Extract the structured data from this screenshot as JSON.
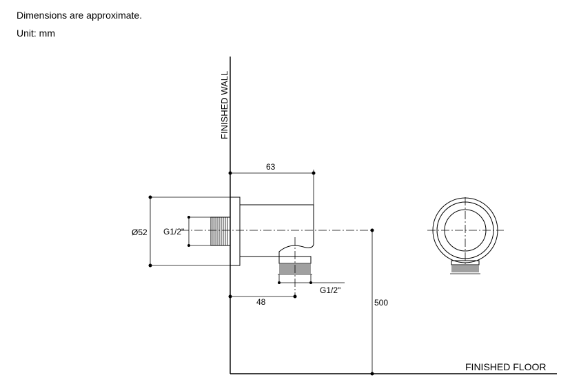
{
  "notes": {
    "line1": "Dimensions are approximate.",
    "line2": "Unit: mm"
  },
  "labels": {
    "finished_wall": "FINISHED WALL",
    "finished_floor": "FINISHED FLOOR"
  },
  "dimensions": {
    "depth": "63",
    "outlet_offset": "48",
    "height": "500",
    "flange_diameter": "Ø52",
    "inlet_thread": "G1/2\"",
    "outlet_thread": "G1/2\""
  }
}
